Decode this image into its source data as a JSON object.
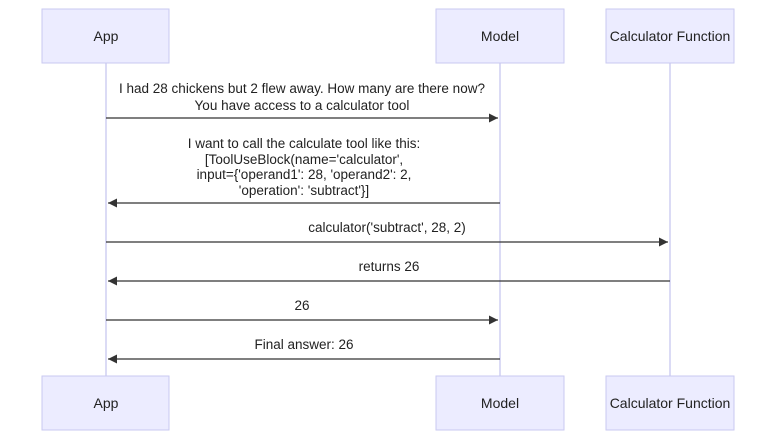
{
  "participants": {
    "app": "App",
    "model": "Model",
    "calc": "Calculator Function"
  },
  "messages": [
    {
      "from": "app",
      "to": "model",
      "lines": [
        "I had 28 chickens but 2 flew away. How many are there now?",
        "You have access to a calculator tool"
      ]
    },
    {
      "from": "model",
      "to": "app",
      "lines": [
        "I want to call the calculate tool like this:",
        "[ToolUseBlock(name='calculator',",
        "input={'operand1': 28, 'operand2': 2,",
        "'operation': 'subtract'}]"
      ]
    },
    {
      "from": "app",
      "to": "calc",
      "lines": [
        "calculator('subtract', 28, 2)"
      ]
    },
    {
      "from": "calc",
      "to": "app",
      "lines": [
        "returns 26"
      ]
    },
    {
      "from": "app",
      "to": "model",
      "lines": [
        "26"
      ]
    },
    {
      "from": "model",
      "to": "app",
      "lines": [
        "Final answer: 26"
      ]
    }
  ],
  "colors": {
    "actor_fill": "#ececff",
    "actor_border": "#c9c9f0",
    "lifeline": "#cfcff2",
    "arrow": "#333333",
    "text": "#222222"
  }
}
